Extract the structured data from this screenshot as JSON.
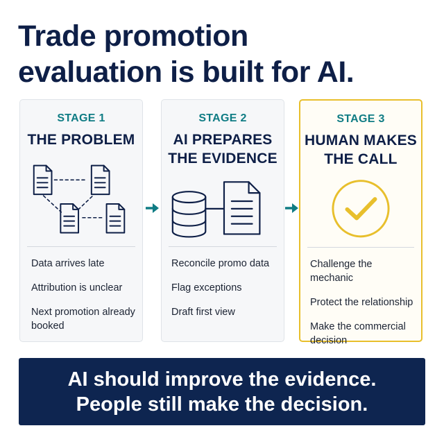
{
  "headline": {
    "line1": "Trade promotion",
    "line2": "evaluation is built for AI."
  },
  "colors": {
    "navy": "#0e1f47",
    "teal": "#0f7c84",
    "gold": "#e8bf2c",
    "banner": "#0e2550"
  },
  "stages": [
    {
      "label": "STAGE 1",
      "title": [
        "THE PROBLEM"
      ],
      "icon": "scattered-documents-icon",
      "bullets": [
        "Data arrives late",
        "Attribution is unclear",
        "Next promotion already booked"
      ]
    },
    {
      "label": "STAGE 2",
      "title": [
        "AI PREPARES",
        "THE EVIDENCE"
      ],
      "icon": "database-to-document-icon",
      "bullets": [
        "Reconcile promo data",
        "Flag exceptions",
        "Draft first view"
      ]
    },
    {
      "label": "STAGE 3",
      "title": [
        "HUMAN MAKES",
        "THE CALL"
      ],
      "icon": "checkmark-circle-icon",
      "bullets": [
        "Challenge the mechanic",
        "Protect the relationship",
        "Make the commercial decision"
      ]
    }
  ],
  "arrows": [
    "arrow-right-icon",
    "arrow-right-icon"
  ],
  "banner": {
    "line1": "AI should improve the evidence.",
    "line2": "People still make the decision."
  }
}
